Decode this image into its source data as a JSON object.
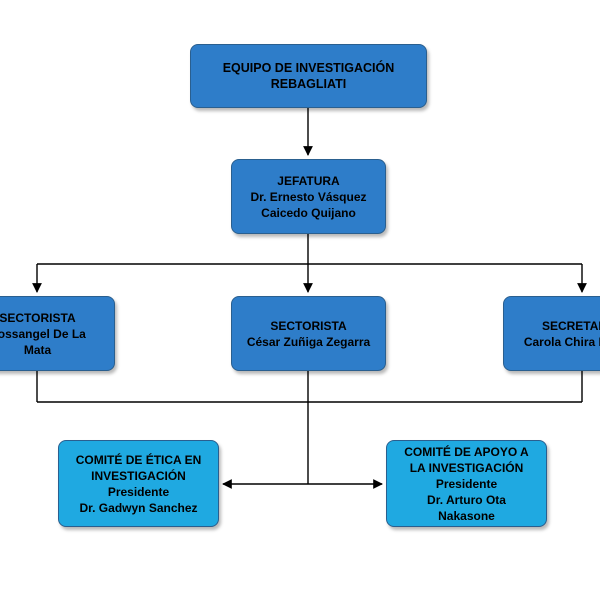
{
  "nodes": {
    "equipo": {
      "lines": [
        "EQUIPO DE INVESTIGACIÓN",
        "REBAGLIATI"
      ]
    },
    "jefatura": {
      "lines": [
        "JEFATURA",
        "Dr. Ernesto Vásquez",
        "Caicedo Quijano"
      ]
    },
    "sectorista_1": {
      "lines": [
        "SECTORISTA",
        "Rossangel De La",
        "Mata"
      ]
    },
    "sectorista_2": {
      "lines": [
        "SECTORISTA",
        "César Zuñiga Zegarra"
      ]
    },
    "secretaria": {
      "lines": [
        "SECRETARIA",
        "Carola Chira Llanos"
      ]
    },
    "comite_etica": {
      "lines": [
        "COMITÉ DE ÉTICA EN",
        "INVESTIGACIÓN",
        "Presidente",
        "Dr. Gadwyn Sanchez"
      ]
    },
    "comite_apoyo": {
      "lines": [
        "COMITÉ DE APOYO A",
        "LA INVESTIGACIÓN",
        "Presidente",
        "Dr. Arturo Ota",
        "Nakasone"
      ]
    }
  },
  "colors": {
    "level_dark": "#2e7dc9",
    "level_light": "#1fa9e1",
    "connector": "#000000"
  }
}
